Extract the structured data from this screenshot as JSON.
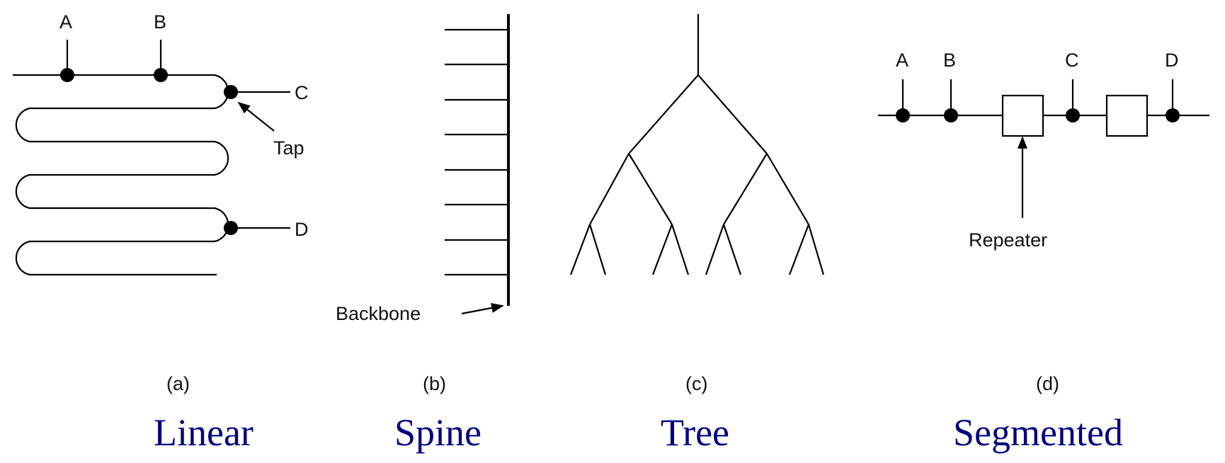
{
  "panels": [
    {
      "id": "a",
      "caption": "(a)",
      "title": "Linear",
      "nodes": [
        "A",
        "B",
        "C",
        "D"
      ],
      "annotation": "Tap"
    },
    {
      "id": "b",
      "caption": "(b)",
      "title": "Spine",
      "branch_count": 8,
      "annotation": "Backbone"
    },
    {
      "id": "c",
      "caption": "(c)",
      "title": "Tree",
      "levels": 3,
      "leaf_count": 8
    },
    {
      "id": "d",
      "caption": "(d)",
      "title": "Segmented",
      "nodes": [
        "A",
        "B",
        "C",
        "D"
      ],
      "repeater_count": 2,
      "annotation": "Repeater"
    }
  ],
  "colors": {
    "line": "#000000",
    "title": "#00007f",
    "background": "#ffffff"
  }
}
